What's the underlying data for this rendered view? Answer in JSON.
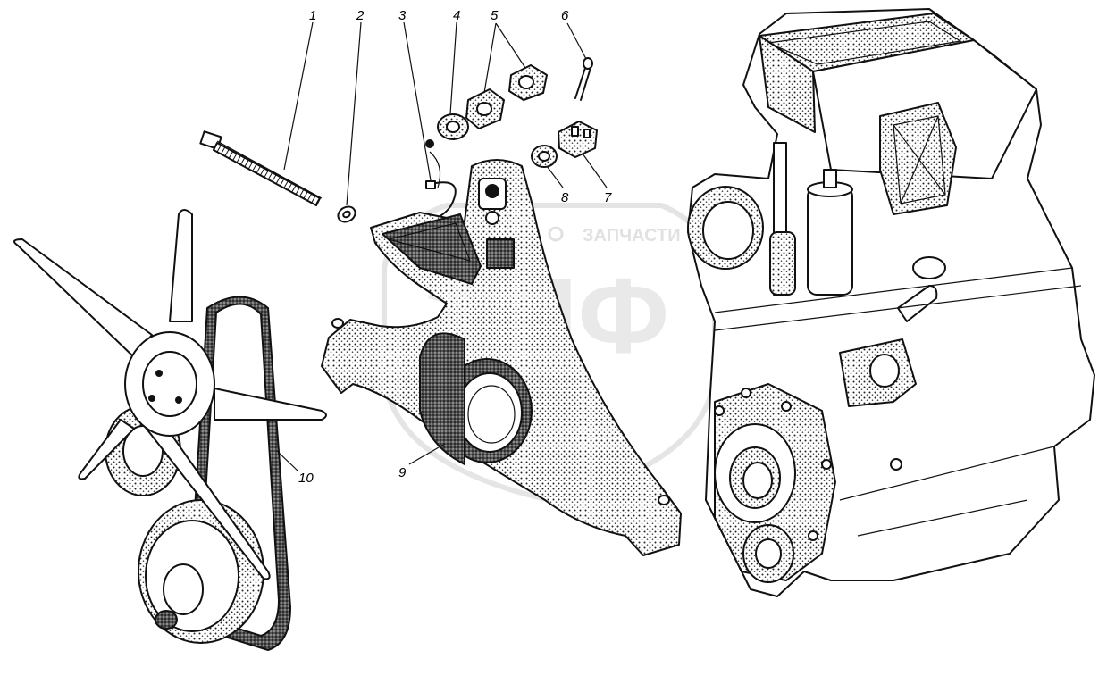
{
  "callouts": {
    "c1": "1",
    "c2": "2",
    "c3": "3",
    "c4": "4",
    "c5": "5",
    "c6": "6",
    "c7": "7",
    "c8": "8",
    "c9": "9",
    "c10": "10"
  },
  "watermark": {
    "brand_text": "ЗАПЧАСТИ",
    "logo_letters": "ЭПФ",
    "color": "#cfcfcf"
  },
  "colors": {
    "ink": "#111111",
    "shade": "#3a3a3a",
    "paper": "#ffffff"
  }
}
